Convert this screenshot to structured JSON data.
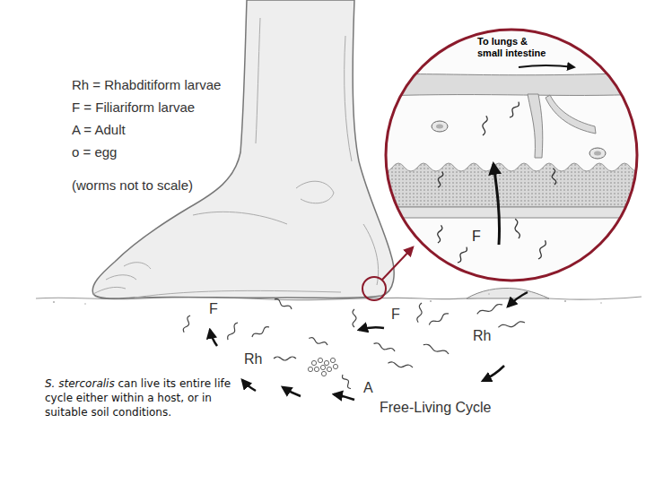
{
  "diagram": {
    "nodes": [
      {
        "text": [
          "To lungs & small intestine",
          "F"
        ]
      }
    ],
    "labels": [
      "Rh = Rhabditiform larvae",
      "F = Filiariform larvae",
      "A = Adult",
      "o = egg",
      "(worms not to scale)",
      "F",
      "Rh",
      "F",
      "Rh",
      "A",
      "Free-Living Cycle",
      "S. stercoralis can live its entire life cycle either within a host, or in suitable soil conditions."
    ]
  }
}
